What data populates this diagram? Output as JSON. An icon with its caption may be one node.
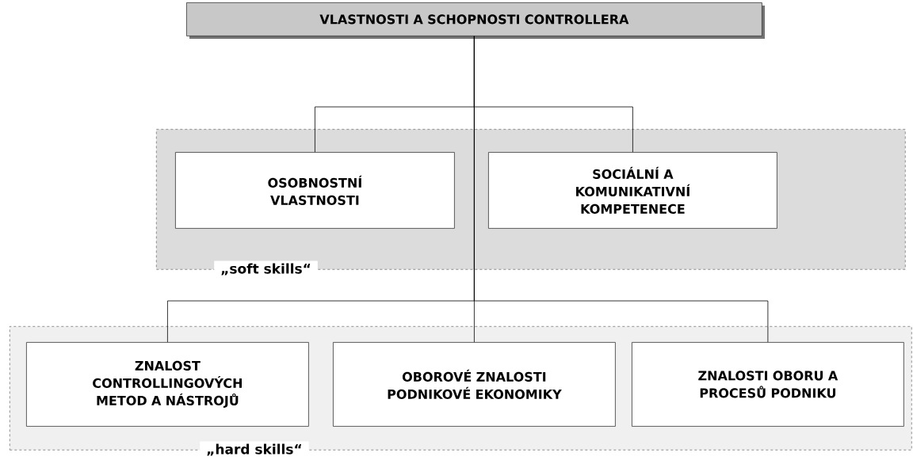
{
  "diagram": {
    "nodes": [
      {
        "text": [
          "VLASTNOSTI A SCHOPNOSTI CONTROLLERA"
        ]
      },
      {
        "text": [
          "„soft skills“"
        ]
      },
      {
        "text": [
          "OSOBNOSTNÍ VLASTNOSTI"
        ],
        "in": 1
      },
      {
        "text": [
          "SOCIÁLNÍ A KOMUNIKATIVNÍ KOMPETENECE"
        ],
        "in": 1
      },
      {
        "text": [
          "„hard skills“"
        ]
      },
      {
        "text": [
          "ZNALOST CONTROLLINGOVÝCH METOD A NÁSTROJŮ"
        ],
        "in": 4
      },
      {
        "text": [
          "OBOROVÉ ZNALOSTI PODNIKOVÉ EKONOMIKY"
        ],
        "in": 4
      },
      {
        "text": [
          "ZNALOSTI OBORU A PROCESŮ PODNIKU"
        ],
        "in": 4
      }
    ],
    "edges": [
      {
        "from": 0,
        "to": 2,
        "arrow": "none"
      },
      {
        "from": 0,
        "to": 3,
        "arrow": "none"
      },
      {
        "from": 0,
        "to": 5,
        "arrow": "none"
      },
      {
        "from": 0,
        "to": 6,
        "arrow": "none"
      },
      {
        "from": 0,
        "to": 7,
        "arrow": "none"
      }
    ]
  }
}
